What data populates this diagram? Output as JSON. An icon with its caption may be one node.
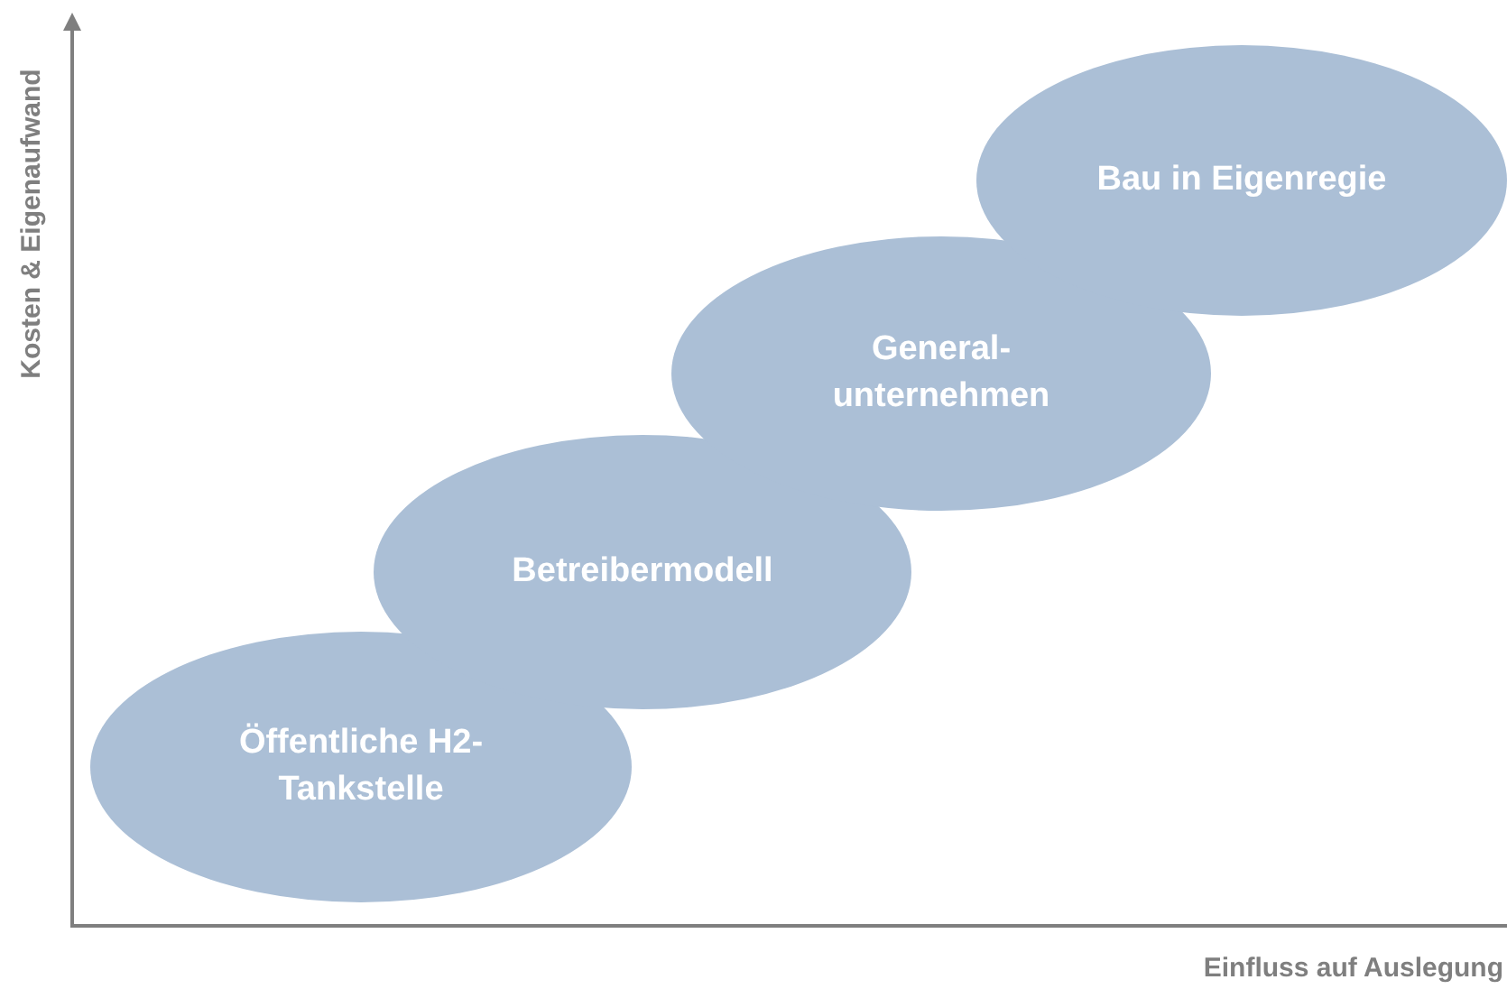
{
  "diagram": {
    "nodes": [
      {
        "text": [
          "Öffentliche H2- Tankstelle"
        ]
      },
      {
        "text": [
          "Betreibermodell"
        ]
      },
      {
        "text": [
          "General- unternehmen"
        ]
      },
      {
        "text": [
          "Bau in Eigenregie"
        ]
      }
    ],
    "labels": [
      "Kosten & Eigenaufwand",
      "Einfluss auf Auslegung"
    ]
  }
}
